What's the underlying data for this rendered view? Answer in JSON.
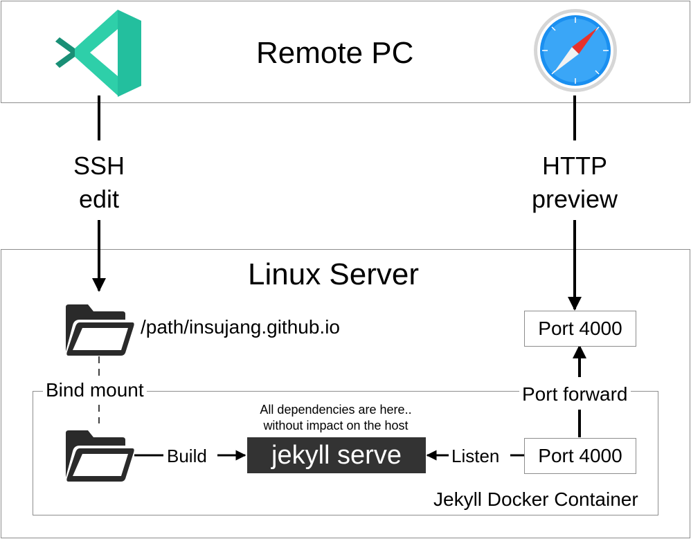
{
  "remote": {
    "title": "Remote PC"
  },
  "server": {
    "title": "Linux Server"
  },
  "links": {
    "ssh": [
      "SSH",
      "edit"
    ],
    "http": [
      "HTTP",
      "preview"
    ]
  },
  "host_folder": {
    "path": "/path/insujang.github.io",
    "icon": "folder-icon"
  },
  "bind_mount": "Bind mount",
  "container": {
    "label": "Jekyll Docker Container",
    "note": [
      "All dependencies are here..",
      "without impact on the host"
    ],
    "command": "jekyll serve",
    "build": "Build",
    "listen": "Listen",
    "port_inner": "Port 4000",
    "port_forward": "Port forward"
  },
  "port_outer": "Port 4000",
  "icons": {
    "editor": "vscode-icon",
    "browser": "safari-compass-icon"
  },
  "colors": {
    "vscode": "#23bf9e",
    "vscode_dark": "#1a8f76",
    "safari_blue": "#1a8ff0",
    "needle_red": "#e8322b",
    "command_bg": "#333333"
  }
}
